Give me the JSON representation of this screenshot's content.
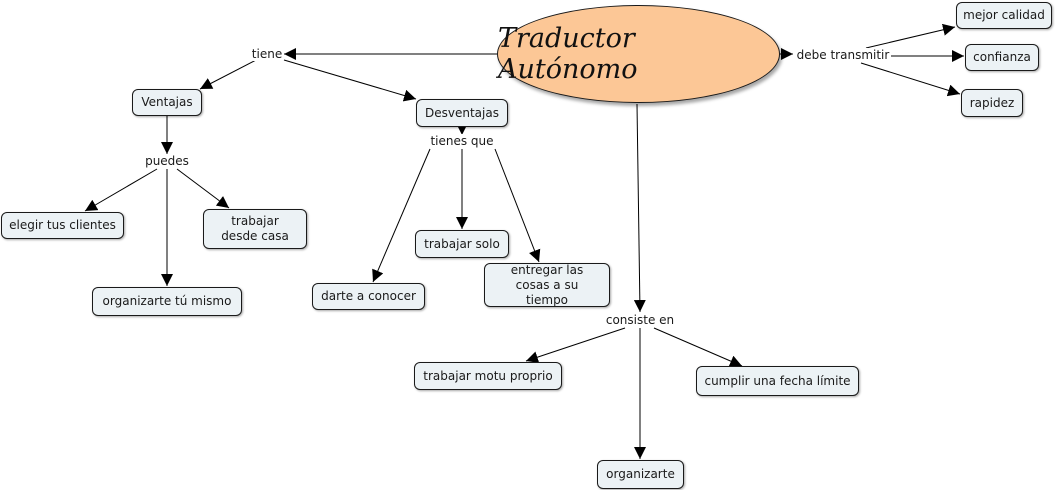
{
  "root": {
    "label": "Traductor Autónomo",
    "fill": "#fcc796"
  },
  "colors": {
    "concept_fill": "#ecf2f5",
    "line": "#000000"
  },
  "concepts": {
    "ventajas": "Ventajas",
    "desventajas": "Desventajas",
    "elegir": "elegir tus clientes",
    "casa": "trabajar desde casa",
    "mismo": "organizarte tú mismo",
    "solo": "trabajar solo",
    "conocer": "darte a conocer",
    "entregar": "entregar las cosas a su tiempo",
    "calidad": "mejor calidad",
    "confianza": "confianza",
    "rapidez": "rapidez",
    "motu": "trabajar motu proprio",
    "fecha": "cumplir una fecha límite",
    "organizarte": "organizarte"
  },
  "links": {
    "tiene": "tiene",
    "puedes": "puedes",
    "tienes_que": "tienes que",
    "debe": "debe transmitir",
    "consiste": "consiste en"
  }
}
